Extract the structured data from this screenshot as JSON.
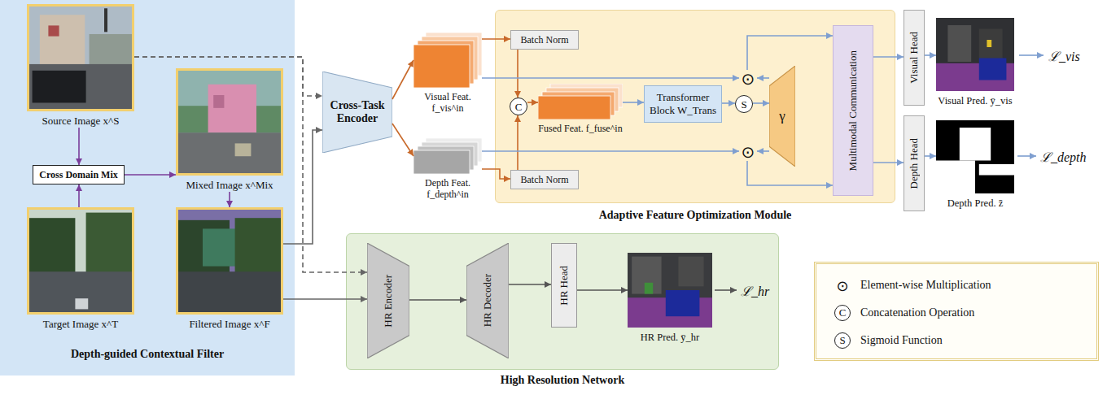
{
  "diagram": {
    "nodes": [
      {
        "text": [
          "Depth-guided Contextual Filter"
        ]
      },
      {
        "text": [
          "Source Image x^S"
        ],
        "in": 0
      },
      {
        "text": [
          "Cross Domain Mix"
        ],
        "in": 0
      },
      {
        "text": [
          "Mixed Image x^Mix"
        ],
        "in": 0
      },
      {
        "text": [
          "Target Image x^T"
        ],
        "in": 0
      },
      {
        "text": [
          "Filtered Image x^F"
        ],
        "in": 0
      },
      {
        "text": [
          "Cross-Task Encoder"
        ]
      },
      {
        "text": [
          "Visual Feat. f_vis^in"
        ]
      },
      {
        "text": [
          "Depth Feat. f_depth^in"
        ]
      },
      {
        "text": [
          "Adaptive Feature Optimization Module"
        ]
      },
      {
        "text": [
          "Batch Norm"
        ],
        "in": 9
      },
      {
        "text": [
          "Batch Norm"
        ],
        "in": 9
      },
      {
        "text": [
          "C"
        ],
        "in": 9
      },
      {
        "text": [
          "Fused Feat. f_fuse^in"
        ],
        "in": 9
      },
      {
        "text": [
          "Transformer Block W_Trans"
        ],
        "in": 9
      },
      {
        "text": [
          "S"
        ],
        "in": 9
      },
      {
        "text": [
          "γ"
        ],
        "in": 9
      },
      {
        "text": [
          "⊙"
        ],
        "in": 9
      },
      {
        "text": [
          "⊙"
        ],
        "in": 9
      },
      {
        "text": [
          "Multimodal Communication"
        ],
        "in": 9
      },
      {
        "text": [
          "Visual Head"
        ]
      },
      {
        "text": [
          "Depth Head"
        ]
      },
      {
        "text": [
          "Visual Pred. ȳ_vis"
        ]
      },
      {
        "text": [
          "Depth Pred. z̄"
        ]
      },
      {
        "text": [
          "High Resolution Network"
        ]
      },
      {
        "text": [
          "HR Encoder"
        ],
        "in": 24
      },
      {
        "text": [
          "HR Decoder"
        ],
        "in": 24
      },
      {
        "text": [
          "HR Head"
        ],
        "in": 24
      },
      {
        "text": [
          "HR Pred. ȳ_hr"
        ],
        "in": 24
      }
    ],
    "edges": [
      {
        "from": 1,
        "to": 2,
        "arrow": "to"
      },
      {
        "from": 4,
        "to": 2,
        "arrow": "to"
      },
      {
        "from": 2,
        "to": 3,
        "arrow": "to"
      },
      {
        "from": 3,
        "to": 5,
        "arrow": "to"
      },
      {
        "from": 1,
        "to": 6,
        "arrow": "to"
      },
      {
        "from": 5,
        "to": 6,
        "arrow": "to"
      },
      {
        "from": 1,
        "to": 25,
        "arrow": "to"
      },
      {
        "from": 5,
        "to": 25,
        "arrow": "to"
      },
      {
        "from": 6,
        "to": 7,
        "arrow": "to"
      },
      {
        "from": 6,
        "to": 8,
        "arrow": "to"
      },
      {
        "from": 7,
        "to": 10,
        "arrow": "to"
      },
      {
        "from": 8,
        "to": 11,
        "arrow": "to"
      },
      {
        "from": 10,
        "to": 12,
        "arrow": "to"
      },
      {
        "from": 11,
        "to": 12,
        "arrow": "to"
      },
      {
        "from": 12,
        "to": 13,
        "arrow": "to"
      },
      {
        "from": 13,
        "to": 14,
        "arrow": "to"
      },
      {
        "from": 14,
        "to": 15,
        "arrow": "to"
      },
      {
        "from": 15,
        "to": 16,
        "arrow": "to"
      },
      {
        "from": 16,
        "to": 17,
        "arrow": "to"
      },
      {
        "from": 16,
        "to": 18,
        "arrow": "to"
      },
      {
        "from": 7,
        "to": 17,
        "arrow": "to"
      },
      {
        "from": 8,
        "to": 18,
        "arrow": "to"
      },
      {
        "from": 17,
        "to": 19,
        "arrow": "to"
      },
      {
        "from": 18,
        "to": 19,
        "arrow": "to"
      },
      {
        "from": 19,
        "to": 20,
        "arrow": "to"
      },
      {
        "from": 19,
        "to": 21,
        "arrow": "to"
      },
      {
        "from": 20,
        "to": 22,
        "arrow": "to"
      },
      {
        "from": 21,
        "to": 23,
        "arrow": "to"
      },
      {
        "from": 25,
        "to": 26,
        "arrow": "to"
      },
      {
        "from": 26,
        "to": 27,
        "arrow": "to"
      },
      {
        "from": 27,
        "to": 28,
        "arrow": "to"
      }
    ],
    "labels": [
      "ℒ_vis",
      "ℒ_depth",
      "ℒ_hr",
      "⊙",
      "C",
      "S"
    ],
    "legend": [
      {
        "text": "Element-wise Multiplication"
      },
      {
        "text": "Concatenation Operation"
      },
      {
        "text": "Sigmoid Function"
      }
    ]
  }
}
